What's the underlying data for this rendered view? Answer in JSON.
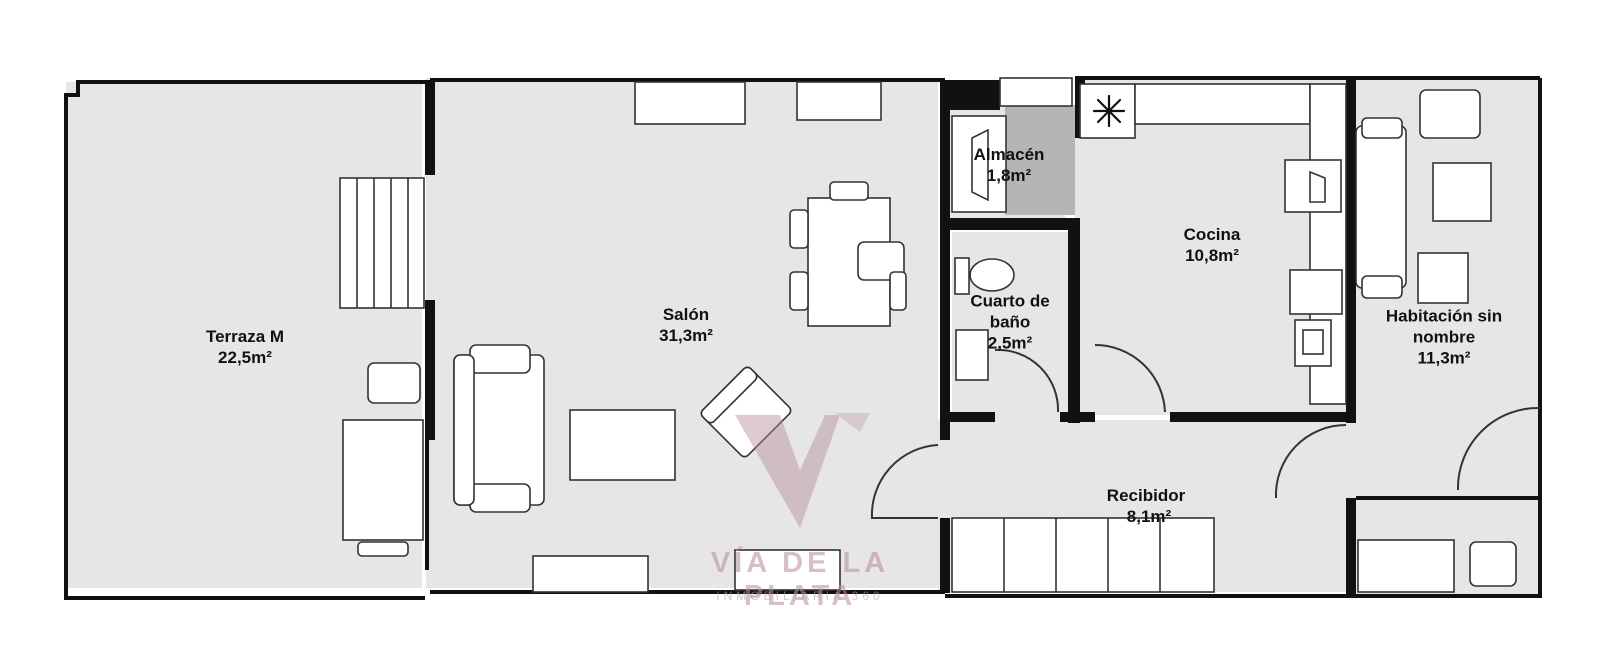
{
  "rooms": {
    "terraza": {
      "name": "Terraza M",
      "area": "22,5m²"
    },
    "salon": {
      "name": "Salón",
      "area": "31,3m²"
    },
    "almacen": {
      "name": "Almacén",
      "area": "1,8m²"
    },
    "cocina": {
      "name": "Cocina",
      "area": "10,8m²"
    },
    "bano": {
      "name_line1": "Cuarto de",
      "name_line2": "baño",
      "area": "2,5m²"
    },
    "habitacion": {
      "name_line1": "Habitación sin",
      "name_line2": "nombre",
      "area": "11,3m²"
    },
    "recibidor": {
      "name": "Recibidor",
      "area": "8,1m²"
    }
  },
  "watermark": {
    "title": "VÍA DE LA PLATA",
    "subtitle": "INMOBILIARIA 360"
  },
  "colors": {
    "floor": "#e6e6e6",
    "wall": "#111111",
    "furniture": "#ffffff",
    "storage_floor": "#b5b5b5",
    "watermark": "#b48c96"
  }
}
